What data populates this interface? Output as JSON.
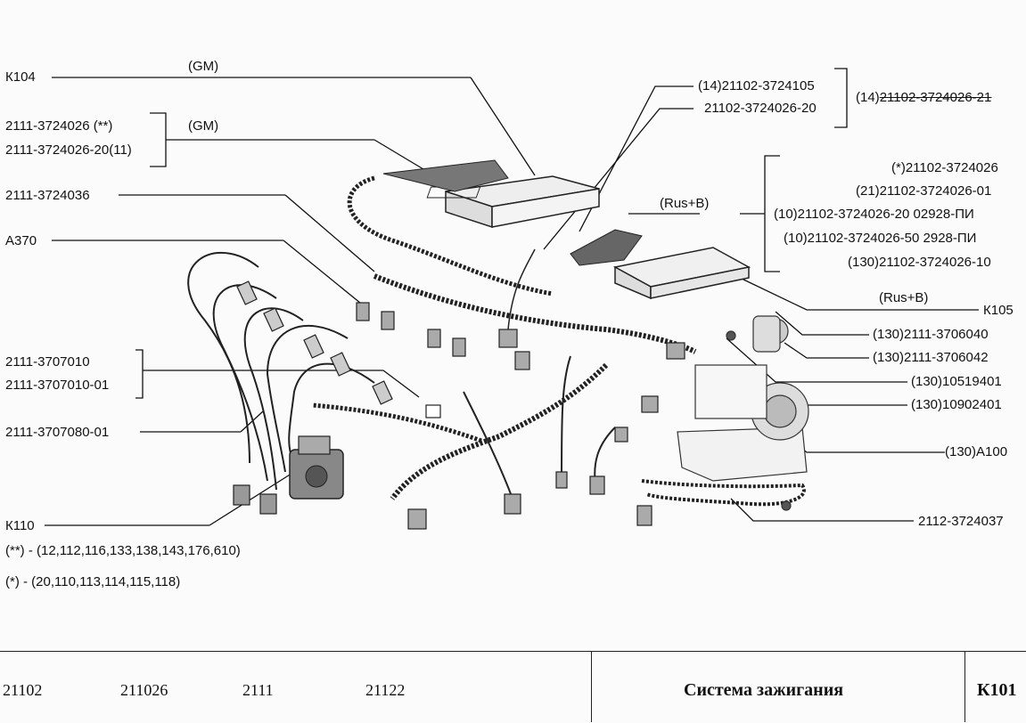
{
  "labels": {
    "k104": "К104",
    "gm_top": "(GM)",
    "gm_mid": "(GM)",
    "left_2111_3724026": "2111-3724026 (**)",
    "left_2111_3724026_20": "2111-3724026-20(11)",
    "left_2111_3724036": "2111-3724036",
    "a370": "А370",
    "left_2111_3707010": "2111-3707010",
    "left_2111_3707010_01": "2111-3707010-01",
    "left_2111_3707080_01": "2111-3707080-01",
    "k110": "К110",
    "right_14_21102_3724105": "(14)21102-3724105",
    "right_21102_3724026_20": "21102-3724026-20",
    "right_14_21102_3724026_21_prefix": "(14)",
    "right_14_21102_3724026_21_struck": "21102-3724026-21",
    "rus_b_top": "(Rus+B)",
    "right_star_21102_3724026": "(*)21102-3724026",
    "right_21_21102_3724026_01": "(21)21102-3724026-01",
    "right_10_21102_3724026_20_02928": "(10)21102-3724026-20  02928-ПИ",
    "right_10_21102_3724026_50_2928": "(10)21102-3724026-50  2928-ПИ",
    "right_130_21102_3724026_10": "(130)21102-3724026-10",
    "rus_b_mid": "(Rus+B)",
    "k105": "К105",
    "right_130_2111_3706040": "(130)2111-3706040",
    "right_130_2111_3706042": "(130)2111-3706042",
    "right_130_10519401": "(130)10519401",
    "right_130_10902401": "(130)10902401",
    "right_130_a100": "(130)А100",
    "right_2112_3724037": "2112-3724037"
  },
  "notes": {
    "double_star": "(**)  -  (12,112,116,133,138,143,176,610)",
    "single_star": "(*)  -  (20,110,113,114,115,118)"
  },
  "footer": {
    "models": [
      "21102",
      "211026",
      "2111",
      "21122"
    ],
    "title": "Система зажигания",
    "code": "К101"
  }
}
